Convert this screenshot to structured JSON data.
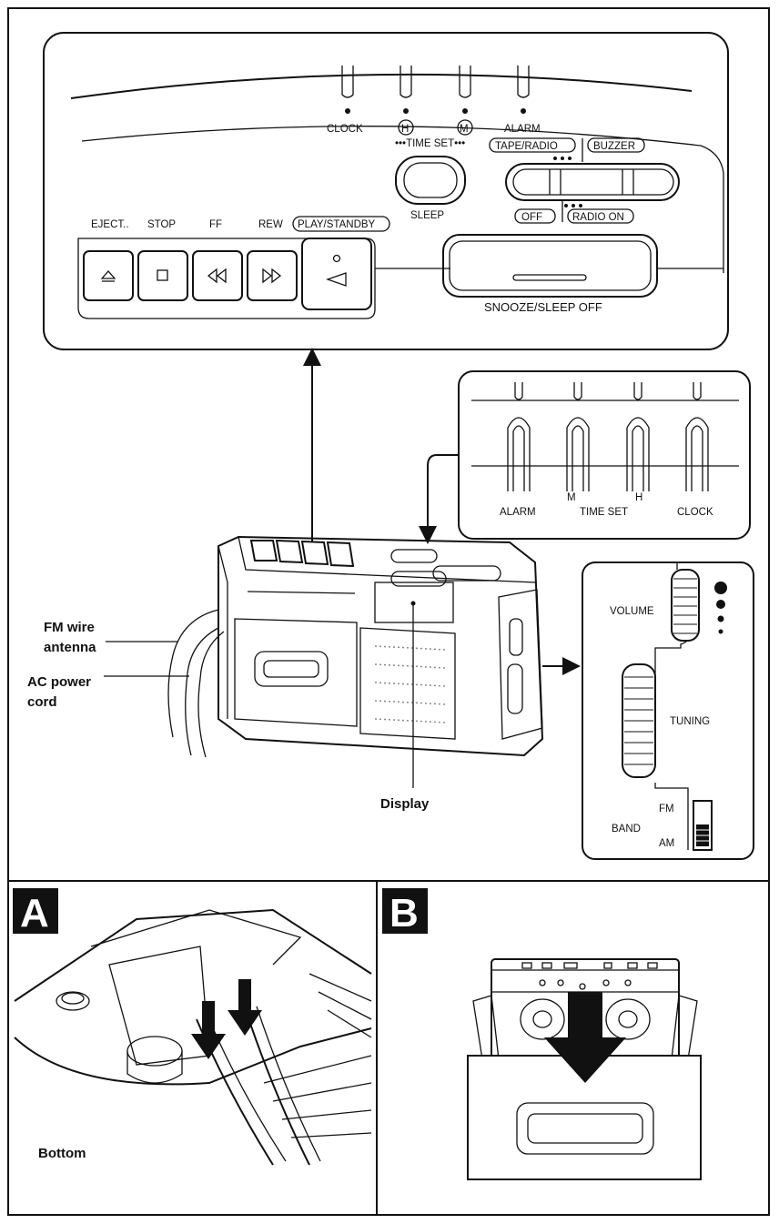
{
  "top_panel": {
    "indicators": {
      "clock": "CLOCK",
      "hour": "H",
      "minute": "M",
      "time_set": "•••TIME SET•••",
      "alarm": "ALARM"
    },
    "sleep": "SLEEP",
    "mode_switch": {
      "tape_radio": "TAPE/RADIO",
      "buzzer": "BUZZER",
      "off": "OFF",
      "radio_on": "RADIO ON"
    },
    "transport": {
      "eject": "EJECT..",
      "stop": "STOP",
      "ff": "FF",
      "rew": "REW",
      "play": "PLAY/STANDBY"
    },
    "snooze": "SNOOZE/SLEEP OFF"
  },
  "detail_panel": {
    "alarm": "ALARM",
    "time_set": "TIME SET",
    "clock": "CLOCK",
    "m": "M",
    "h": "H"
  },
  "side_panel": {
    "volume": "VOLUME",
    "tuning": "TUNING",
    "band": "BAND",
    "fm": "FM",
    "am": "AM"
  },
  "callouts": {
    "fm_line1": "FM wire",
    "fm_line2": "antenna",
    "ac_line1": "AC power",
    "ac_line2": "cord",
    "display": "Display"
  },
  "panel_a": {
    "letter": "A",
    "caption": "Bottom"
  },
  "panel_b": {
    "letter": "B"
  }
}
